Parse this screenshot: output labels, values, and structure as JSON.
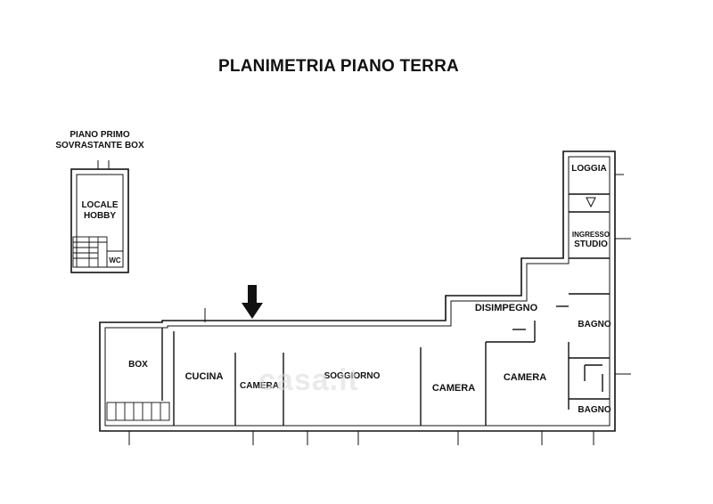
{
  "title": "PLANIMETRIA PIANO TERRA",
  "first_floor": {
    "heading_line1": "PIANO PRIMO",
    "heading_line2": "SOVRASTANTE BOX",
    "room_line1": "LOCALE",
    "room_line2": "HOBBY",
    "wc": "WC"
  },
  "rooms": {
    "box": "BOX",
    "cucina": "CUCINA",
    "camera1": "CAMERA",
    "soggiorno": "SOGGIORNO",
    "camera2": "CAMERA",
    "camera3": "CAMERA",
    "disimpegno": "DISIMPEGNO",
    "bagno1": "BAGNO",
    "bagno2": "BAGNO",
    "loggia": "LOGGIA",
    "ingresso": "INGRESSO",
    "studio": "STUDIO"
  },
  "watermark": "casa.it",
  "colors": {
    "wall": "#111111",
    "background": "#ffffff",
    "watermark": "#d9d9d9"
  }
}
